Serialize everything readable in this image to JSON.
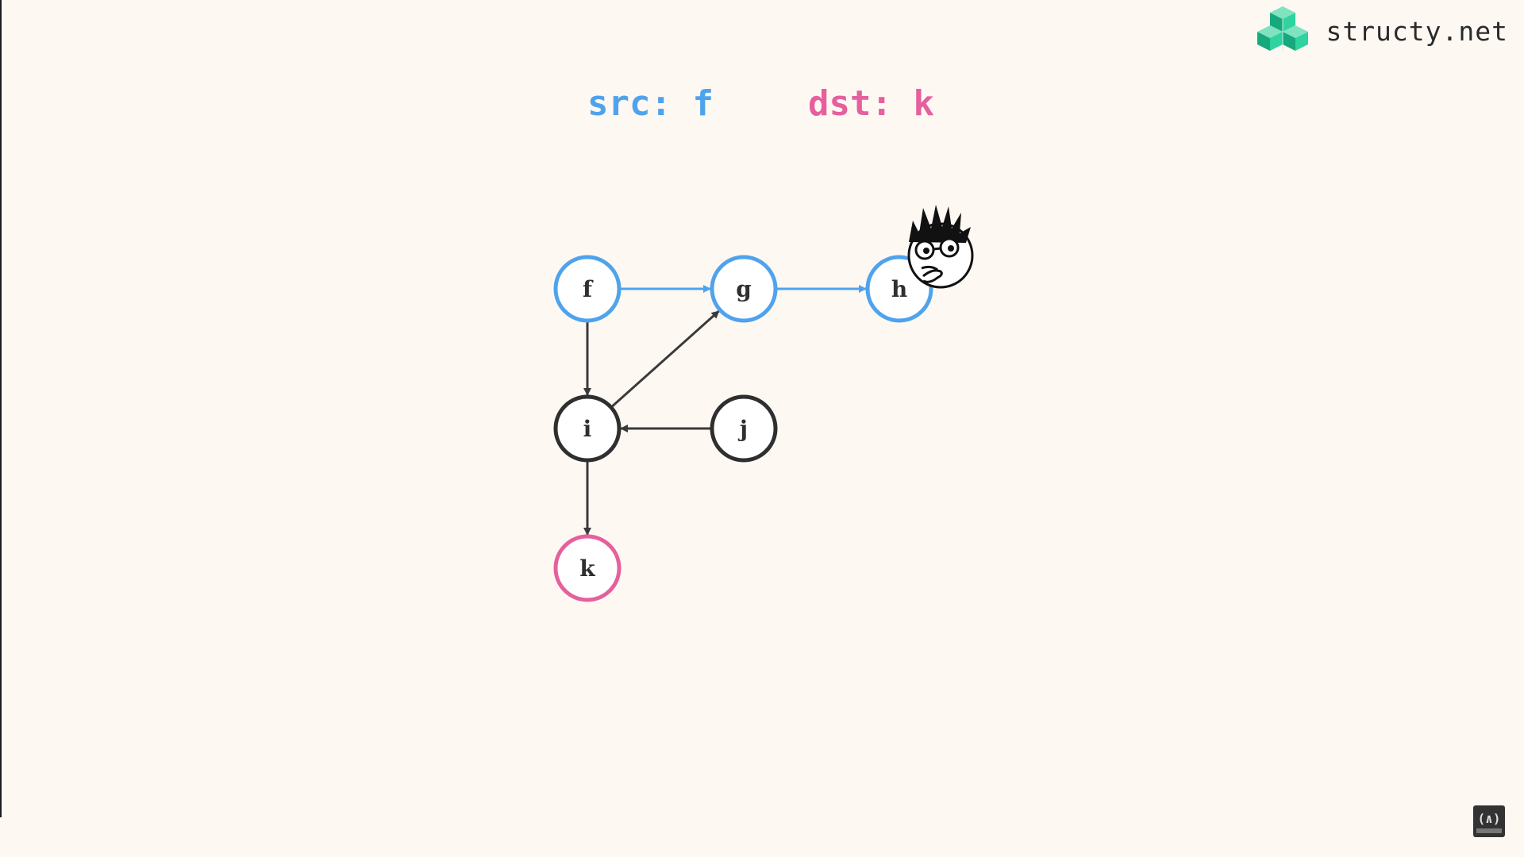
{
  "brand": {
    "name": "structy.net",
    "logo_icon": "structy-cube-logo-icon",
    "logo_color": "#1dbf8f"
  },
  "query": {
    "src_text": "src: f",
    "dst_text": "dst: k",
    "src_color": "#4fa3ec",
    "dst_color": "#e5609d"
  },
  "graph": {
    "directed": true,
    "nodes": [
      {
        "id": "f",
        "label": "f",
        "state": "visited"
      },
      {
        "id": "g",
        "label": "g",
        "state": "visited"
      },
      {
        "id": "h",
        "label": "h",
        "state": "visited"
      },
      {
        "id": "i",
        "label": "i",
        "state": "default"
      },
      {
        "id": "j",
        "label": "j",
        "state": "default"
      },
      {
        "id": "k",
        "label": "k",
        "state": "target"
      }
    ],
    "edges": [
      {
        "from": "f",
        "to": "g",
        "state": "traversed"
      },
      {
        "from": "g",
        "to": "h",
        "state": "traversed"
      },
      {
        "from": "f",
        "to": "i",
        "state": "default"
      },
      {
        "from": "i",
        "to": "g",
        "state": "default"
      },
      {
        "from": "j",
        "to": "i",
        "state": "default"
      },
      {
        "from": "i",
        "to": "k",
        "state": "default"
      }
    ],
    "colors": {
      "visited": "#4fa3ec",
      "target": "#e5609d",
      "default": "#2f2f2f"
    }
  },
  "character": {
    "icon": "thinking-character-icon",
    "near_node": "h"
  },
  "corner_badge": {
    "icon": "subscribe-badge-icon"
  }
}
